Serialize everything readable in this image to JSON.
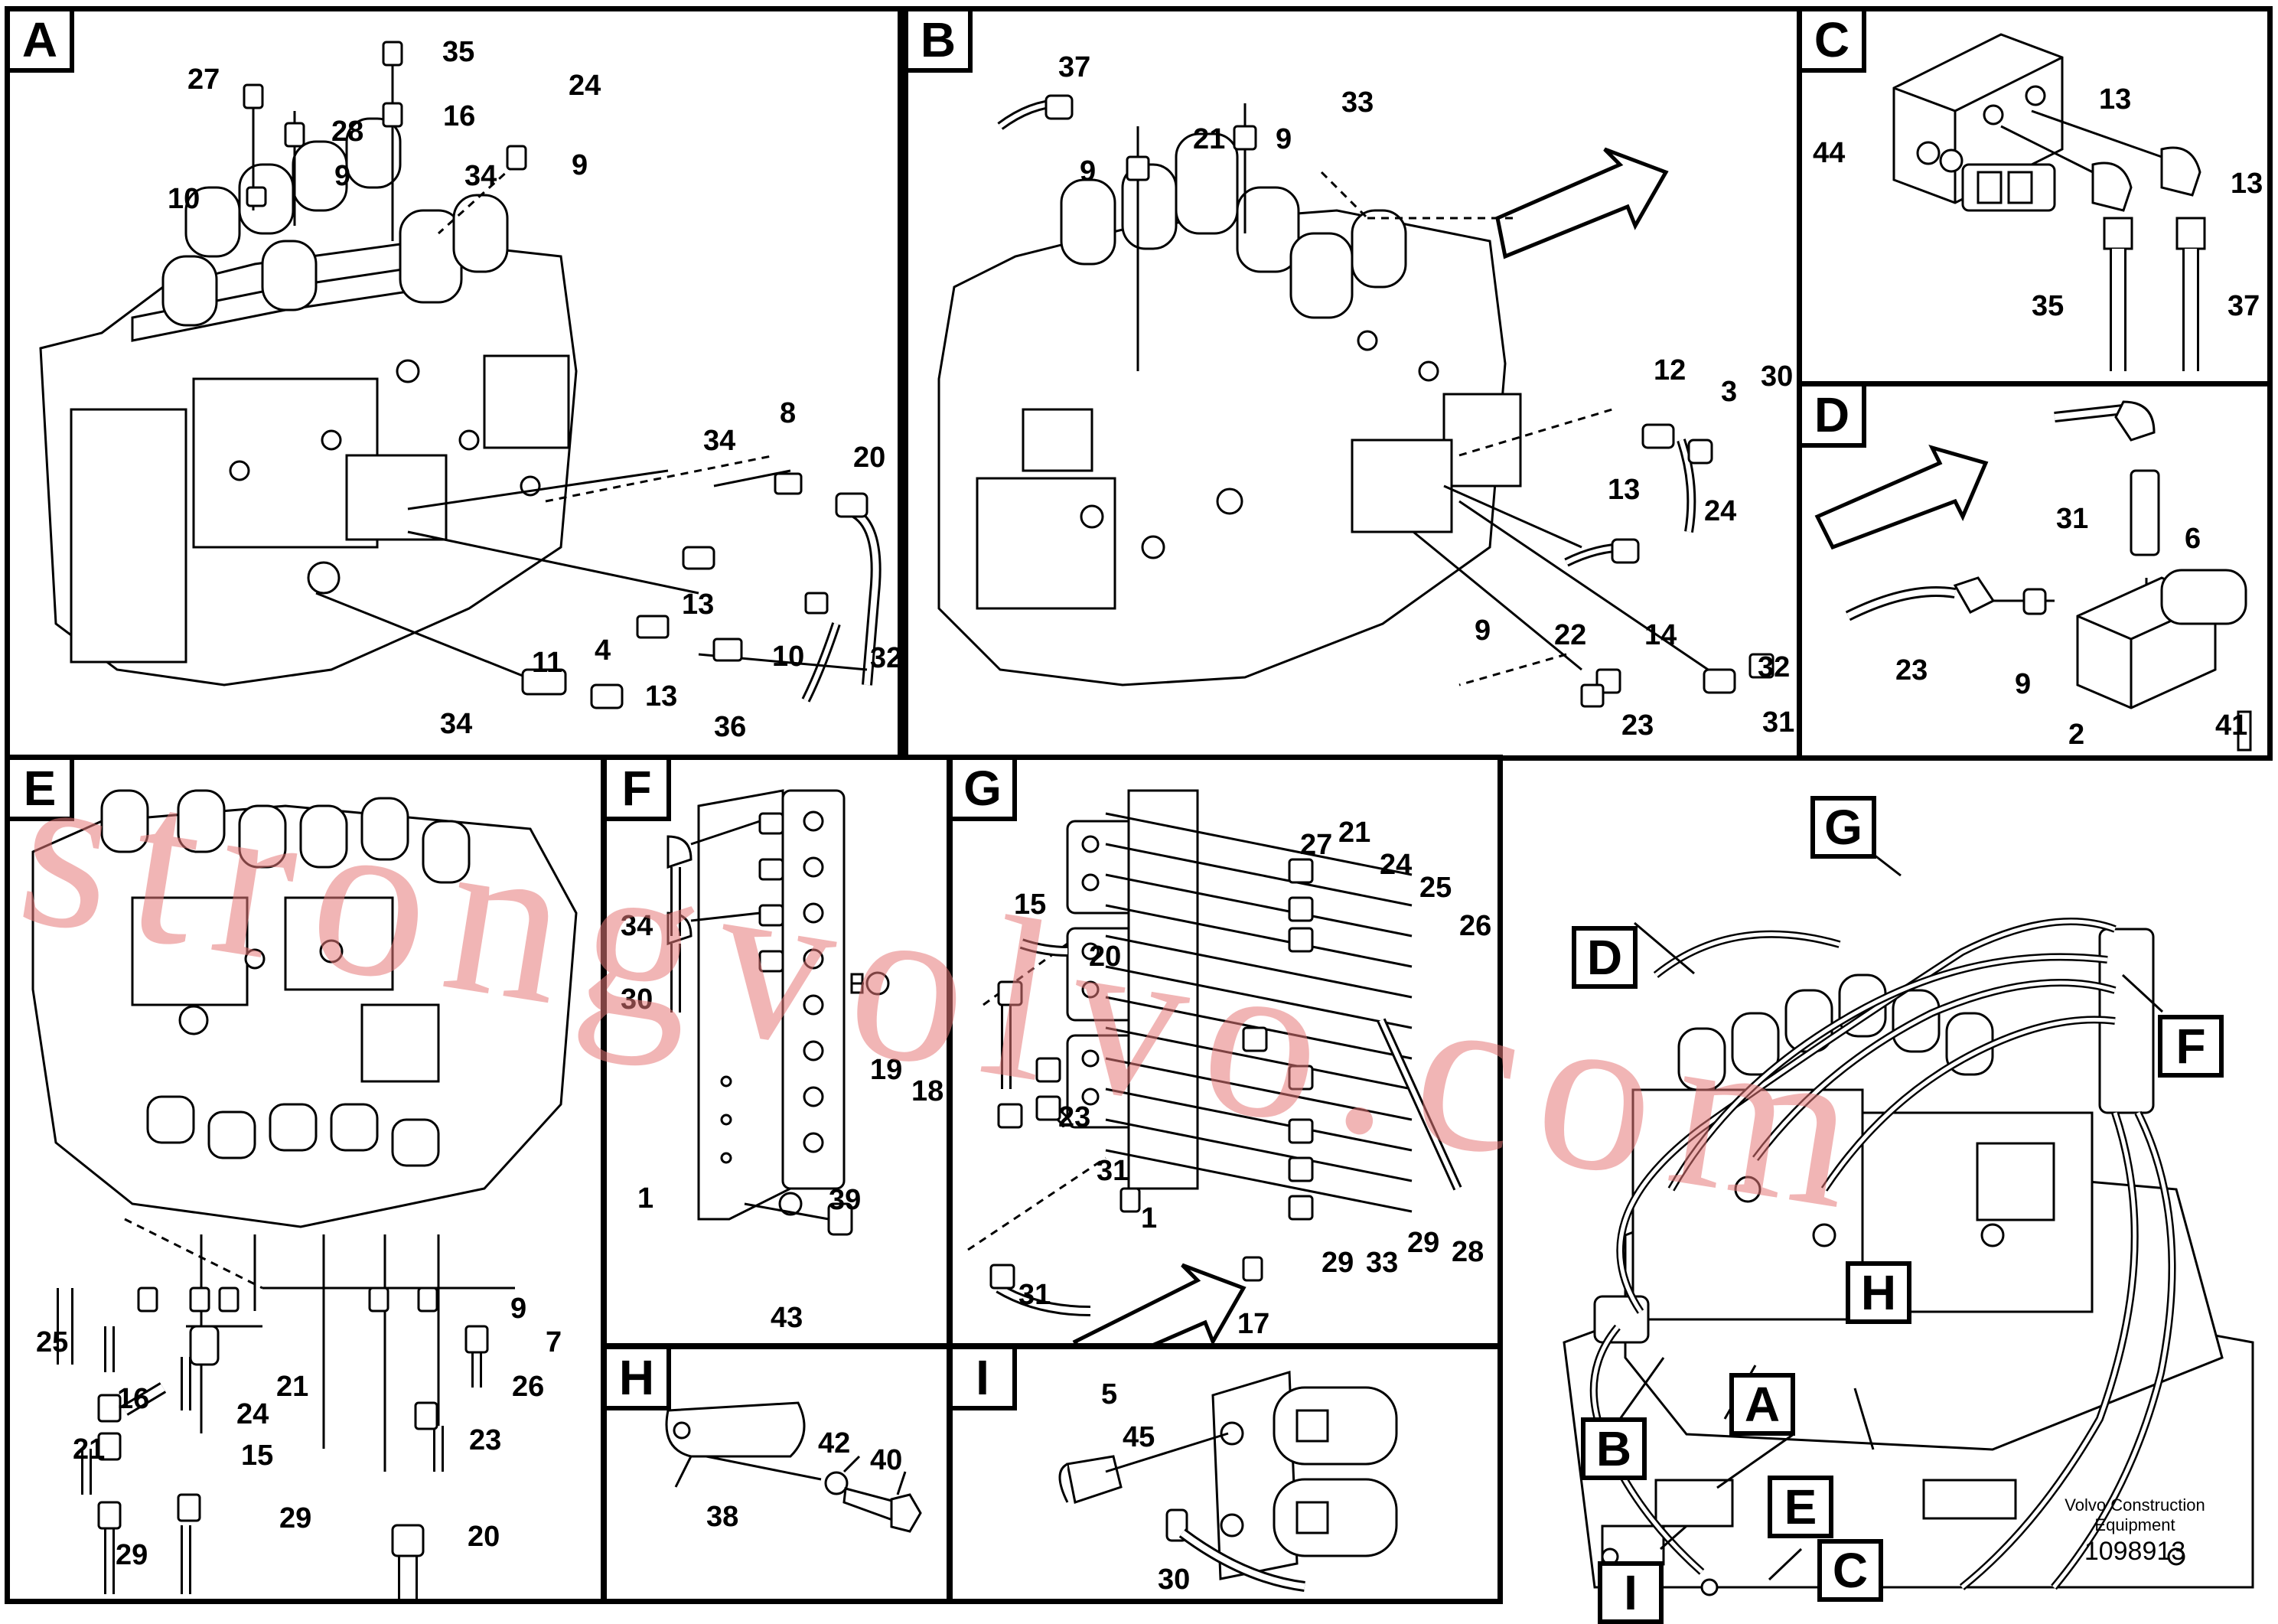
{
  "panels": {
    "A": {
      "label": "A",
      "callouts": [
        "27",
        "35",
        "24",
        "28",
        "16",
        "10",
        "9",
        "34",
        "9",
        "8",
        "20",
        "34",
        "13",
        "11",
        "4",
        "13",
        "10",
        "32",
        "34",
        "36"
      ]
    },
    "B": {
      "label": "B",
      "callouts": [
        "37",
        "21",
        "33",
        "9",
        "9",
        "12",
        "3",
        "30",
        "13",
        "24",
        "22",
        "9",
        "14",
        "32",
        "23",
        "31"
      ]
    },
    "C": {
      "label": "C",
      "callouts": [
        "13",
        "44",
        "13",
        "35",
        "37"
      ]
    },
    "D": {
      "label": "D",
      "callouts": [
        "31",
        "6",
        "23",
        "9",
        "2",
        "41"
      ]
    },
    "E": {
      "label": "E",
      "callouts": [
        "9",
        "7",
        "25",
        "16",
        "24",
        "21",
        "26",
        "23",
        "21",
        "15",
        "29",
        "29",
        "20"
      ]
    },
    "F": {
      "label": "F",
      "callouts": [
        "34",
        "30",
        "19",
        "18",
        "1",
        "39",
        "43"
      ]
    },
    "G": {
      "label": "G",
      "callouts": [
        "15",
        "20",
        "27",
        "21",
        "24",
        "25",
        "26",
        "23",
        "31",
        "1",
        "29",
        "33",
        "29",
        "28",
        "31",
        "17"
      ]
    },
    "H": {
      "label": "H",
      "callouts": [
        "42",
        "40",
        "38"
      ]
    },
    "I": {
      "label": "I",
      "callouts": [
        "5",
        "45",
        "30"
      ]
    },
    "overview": {
      "keys": [
        "G",
        "D",
        "F",
        "B",
        "A",
        "H",
        "E",
        "I",
        "C"
      ]
    }
  },
  "watermark": "strongvolvo.com",
  "footer": {
    "company_line1": "Volvo Construction",
    "company_line2": "Equipment",
    "drawing_number": "1098913"
  },
  "colors": {
    "line": "#000000",
    "watermark": "#e67878"
  }
}
